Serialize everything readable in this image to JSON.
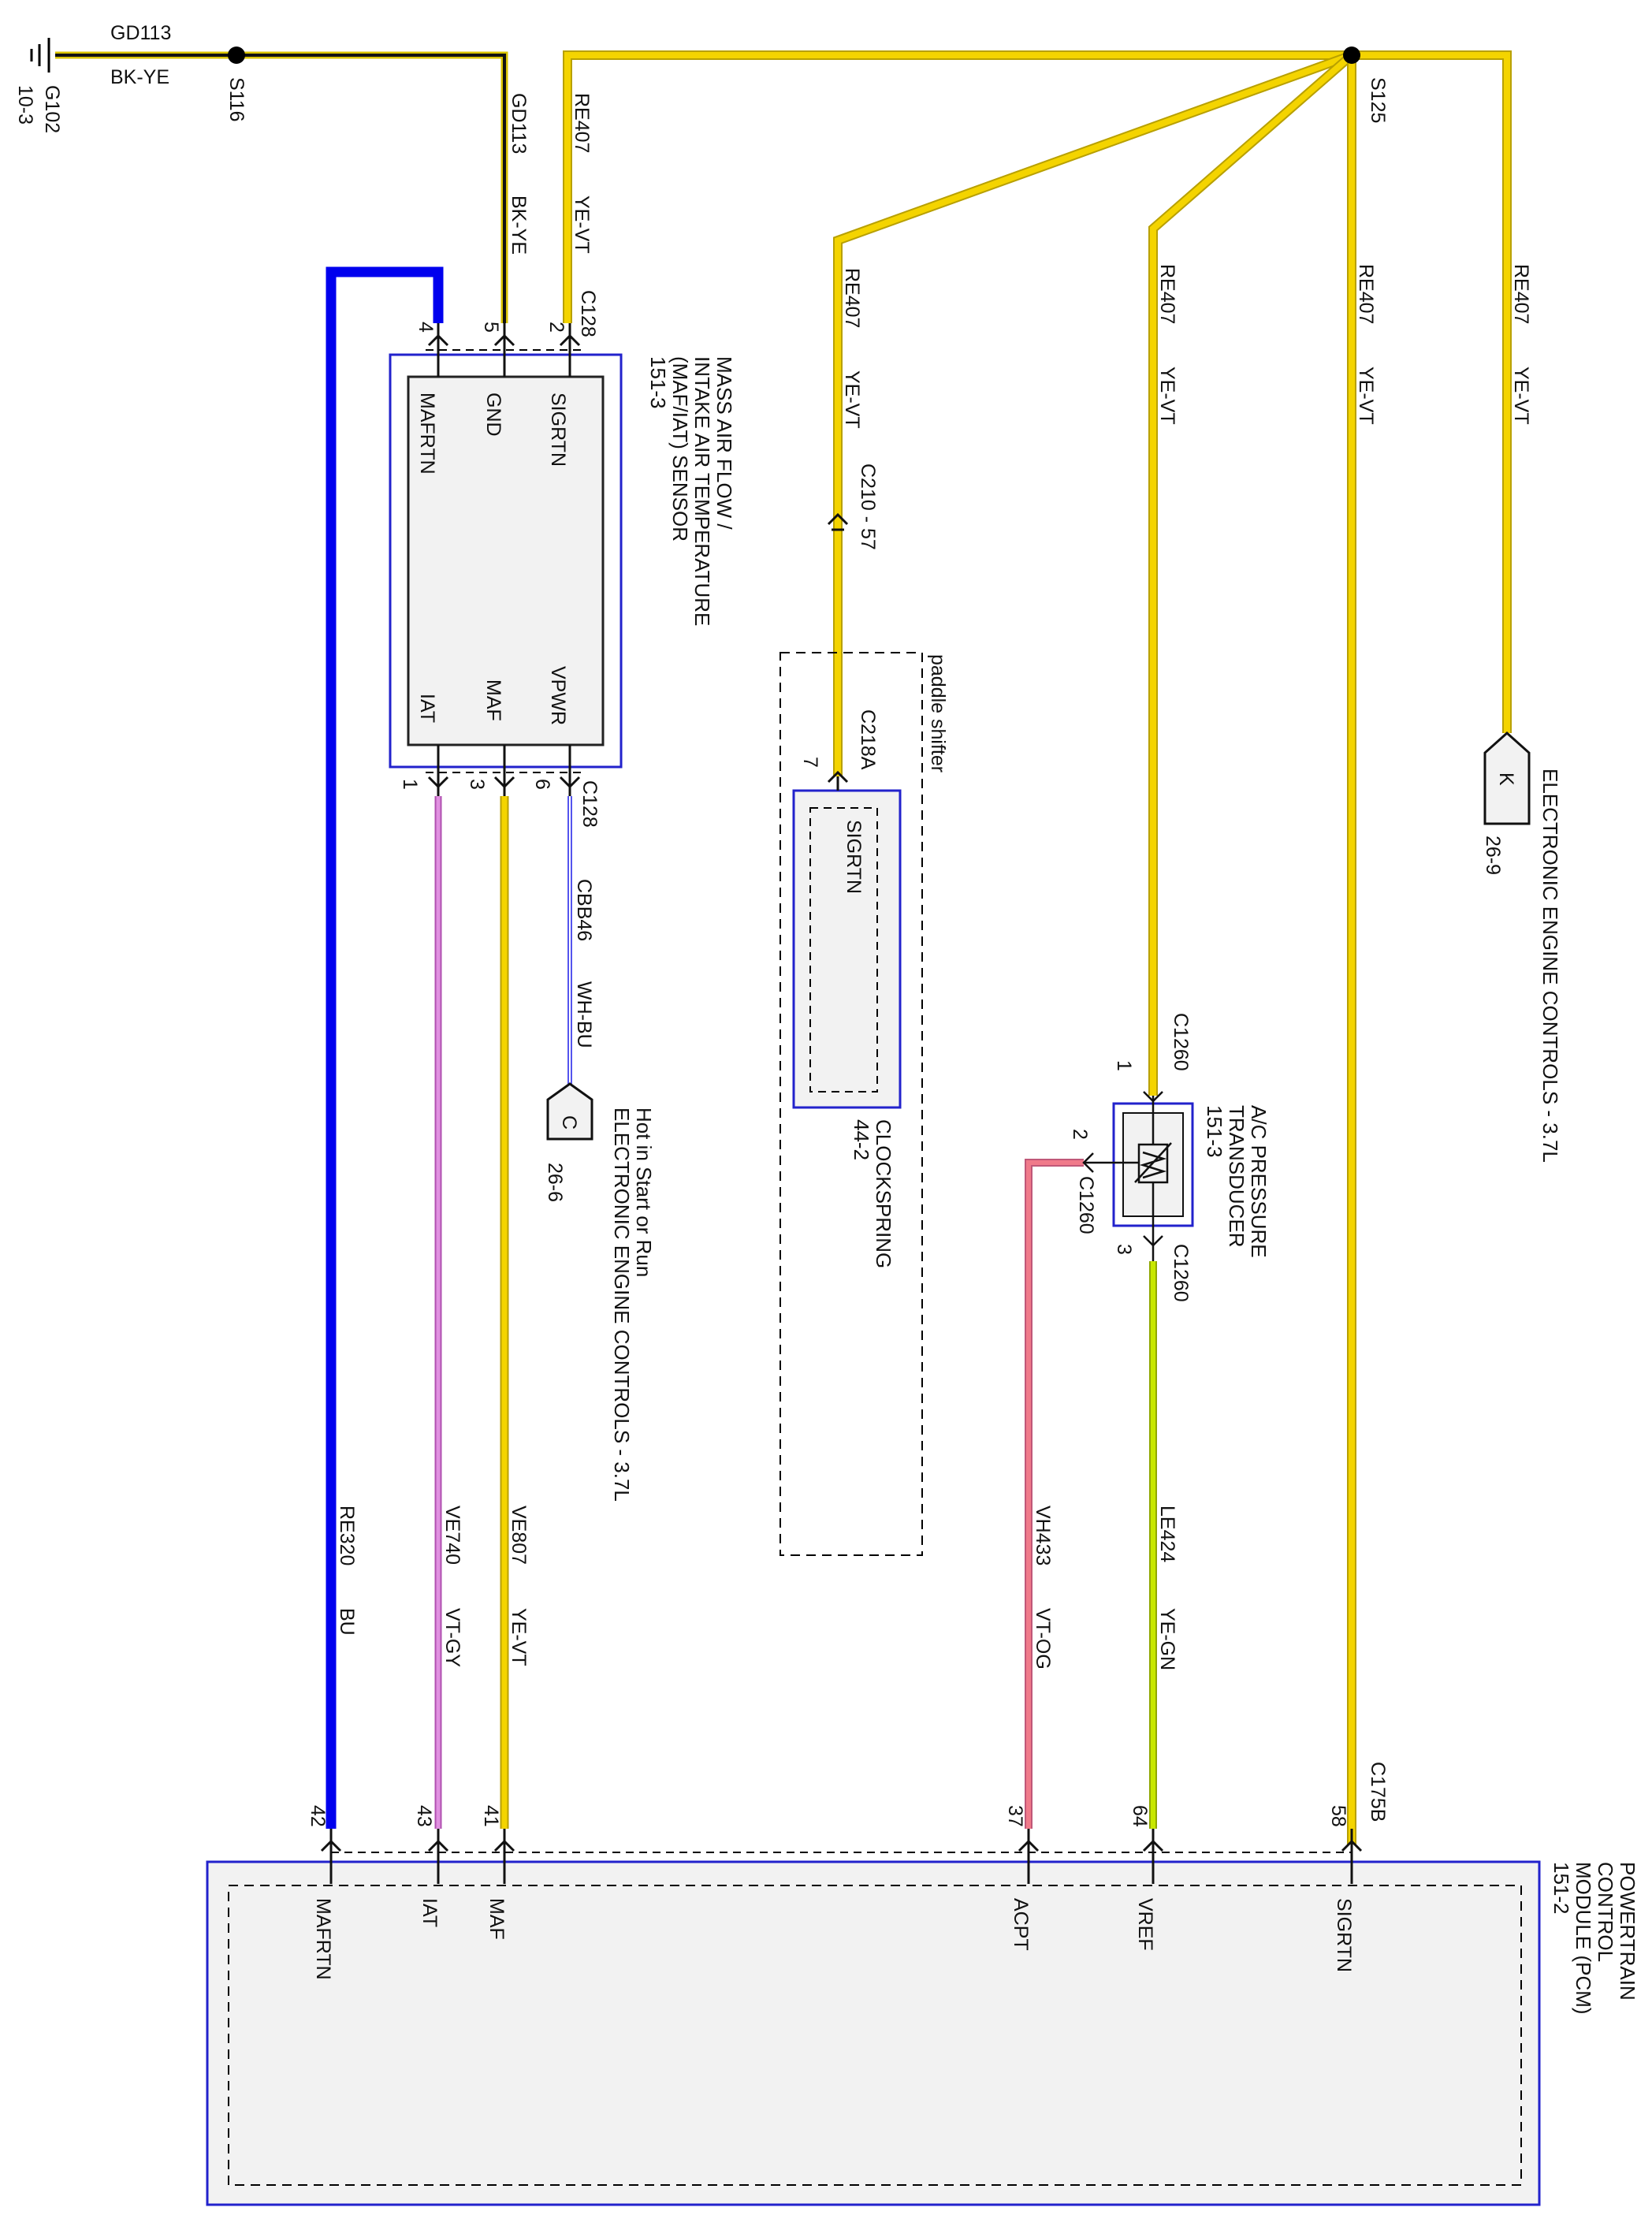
{
  "wires": {
    "gd113_top": {
      "circuit": "GD113",
      "color": "BK-YE"
    },
    "ground": {
      "name": "G102",
      "ref": "10-3"
    },
    "splice_s116": "S116",
    "splice_s125": "S125",
    "gd113_vert": {
      "circuit": "GD113",
      "color": "BK-YE"
    },
    "re407_a": {
      "circuit": "RE407",
      "color": "YE-VT"
    },
    "re407_b": {
      "circuit": "RE407",
      "color": "YE-VT"
    },
    "re407_c": {
      "circuit": "RE407",
      "color": "YE-VT"
    },
    "re407_d": {
      "circuit": "RE407",
      "color": "YE-VT"
    },
    "re407_e": {
      "circuit": "RE407",
      "color": "YE-VT"
    },
    "cbb46": {
      "circuit": "CBB46",
      "color": "WH-BU"
    },
    "re320": {
      "circuit": "RE320",
      "color": "BU"
    },
    "ve740": {
      "circuit": "VE740",
      "color": "VT-GY"
    },
    "ve807": {
      "circuit": "VE807",
      "color": "YE-VT"
    },
    "vh433": {
      "circuit": "VH433",
      "color": "VT-OG"
    },
    "le424": {
      "circuit": "LE424",
      "color": "YE-GN"
    }
  },
  "maf_sensor": {
    "lines": [
      "MASS AIR FLOW /",
      "INTAKE AIR TEMPERATURE",
      "(MAF/IAT) SENSOR",
      "151-3"
    ],
    "connector_top": "C128",
    "connector_bottom": "C128",
    "pins_top": [
      "4",
      "5",
      "2"
    ],
    "pins_top_labels": [
      "MAFRTN",
      "GND",
      "SIGRTN"
    ],
    "pins_bottom": [
      "1",
      "3",
      "6"
    ],
    "pins_bottom_labels": [
      "IAT",
      "MAF",
      "VPWR"
    ]
  },
  "hot_ref": {
    "letter": "C",
    "ref": "26-6",
    "lines": [
      "Hot in Start or Run",
      "ELECTRONIC ENGINE CONTROLS - 3.7L"
    ]
  },
  "eec_ref": {
    "letter": "K",
    "ref": "26-9",
    "text": "ELECTRONIC ENGINE CONTROLS - 3.7L"
  },
  "clockspring": {
    "group_label": "paddle shifter",
    "inline_connector": "C210 - 57",
    "connector": "C218A",
    "pin": "7",
    "pin_label": "SIGRTN",
    "lines": [
      "CLOCKSPRING",
      "44-2"
    ]
  },
  "ac_transducer": {
    "lines": [
      "A/C PRESSURE",
      "TRANSDUCER",
      "151-3"
    ],
    "connector_1": "C1260",
    "pin_1": "1",
    "connector_2": "C1260",
    "pin_2": "2",
    "connector_3": "C1260",
    "pin_3": "3"
  },
  "pcm": {
    "lines": [
      "POWERTRAIN",
      "CONTROL",
      "MODULE (PCM)",
      "151-2"
    ],
    "connector": "C175B",
    "pins": [
      "42",
      "43",
      "41",
      "37",
      "64",
      "58"
    ],
    "pin_labels": [
      "MAFRTN",
      "IAT",
      "MAF",
      "ACPT",
      "VREF",
      "SIGRTN"
    ]
  },
  "colors": {
    "yellow": "#f4d400",
    "blue": "#0000ee",
    "violet": "#d070d0",
    "pink": "#f07a8a",
    "lime": "#c8e800",
    "box_border": "#2222cc"
  }
}
